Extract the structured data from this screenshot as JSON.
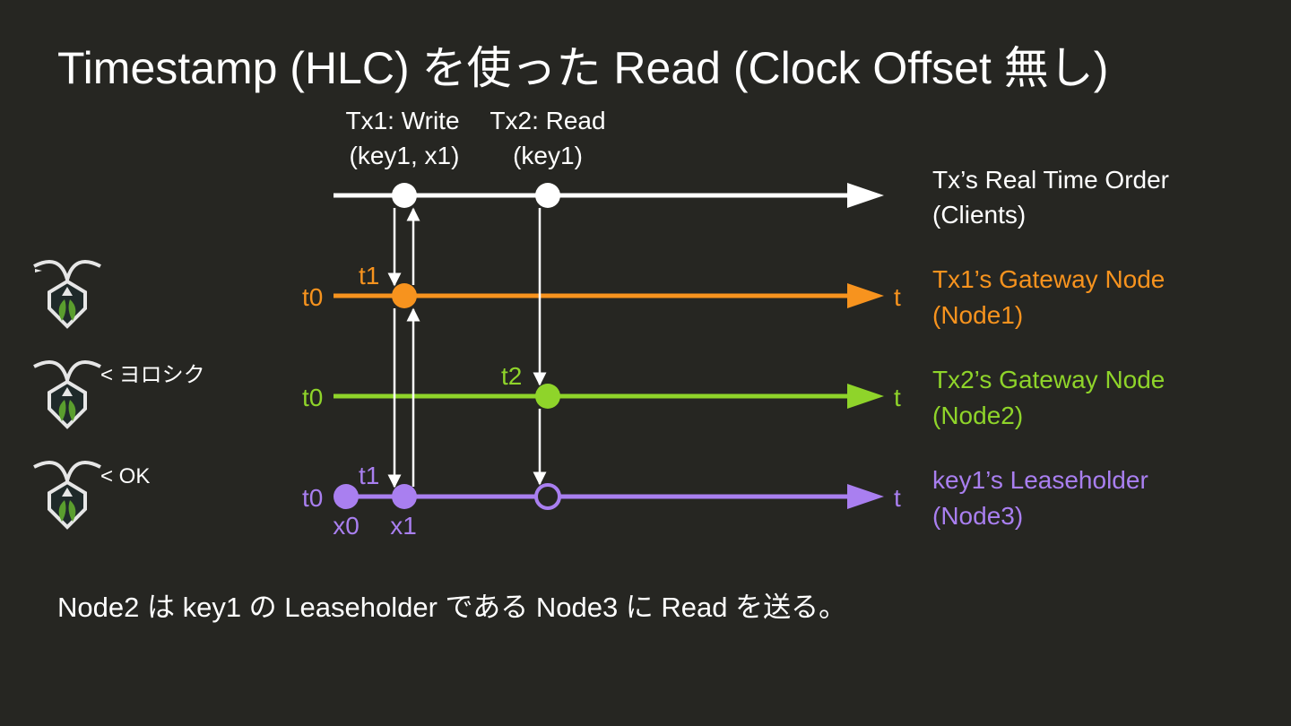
{
  "title": "Timestamp (HLC) を使った Read (Clock Offset 無し)",
  "caption": "Node2 は key1 の Leaseholder である Node3 に Read を送る。",
  "colors": {
    "background": "#262622",
    "clients": "#ffffff",
    "node1": "#f7931e",
    "node2": "#8fd42a",
    "node3": "#a97ff0",
    "icon_fill": "#e6e6e6",
    "icon_leaf": "#5a9e2e",
    "icon_dark": "#1f2a2a"
  },
  "transactions": {
    "tx1": {
      "line1": "Tx1: Write",
      "line2": "(key1, x1)"
    },
    "tx2": {
      "line1": "Tx2: Read",
      "line2": "(key1)"
    }
  },
  "lanes": [
    {
      "id": "clients",
      "start_label": "",
      "end_label": "",
      "name_line1": "Tx’s Real Time Order",
      "name_line2": "(Clients)"
    },
    {
      "id": "node1",
      "start_label": "t0",
      "end_label": "t",
      "name_line1": "Tx1’s Gateway Node",
      "name_line2": "(Node1)"
    },
    {
      "id": "node2",
      "start_label": "t0",
      "end_label": "t",
      "name_line1": "Tx2’s Gateway Node",
      "name_line2": "(Node2)"
    },
    {
      "id": "node3",
      "start_label": "t0",
      "end_label": "t",
      "name_line1": "key1’s Leaseholder",
      "name_line2": "(Node3)"
    }
  ],
  "timestamps": {
    "node1_t1": "t1",
    "node2_t2": "t2",
    "node3_t1": "t1"
  },
  "values": {
    "x0": "x0",
    "x1": "x1"
  },
  "icons": [
    {
      "name": "cockroach-icon",
      "speech": ""
    },
    {
      "name": "cockroach-icon",
      "speech": "< ヨロシク"
    },
    {
      "name": "cockroach-icon",
      "speech": "< OK"
    }
  ]
}
